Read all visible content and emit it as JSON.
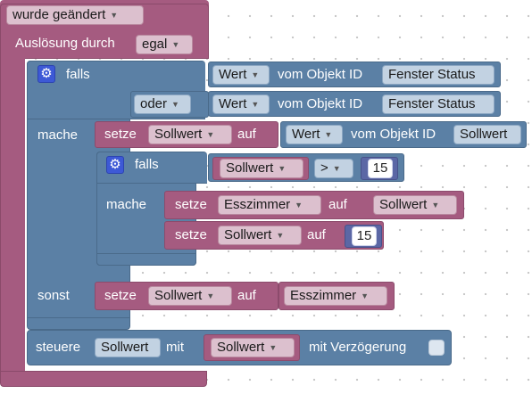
{
  "trigger": {
    "state_dropdown": "wurde geändert",
    "trigger_label": "Auslösung durch",
    "trigger_dropdown": "egal"
  },
  "if_block": {
    "if_label": "falls",
    "do_label": "mache",
    "else_label": "sonst",
    "cond1": {
      "prop": "Wert",
      "of_label": "vom Objekt ID",
      "object": "Fenster Status"
    },
    "or_dropdown": "oder",
    "cond2": {
      "prop": "Wert",
      "of_label": "vom Objekt ID",
      "object": "Fenster Status"
    },
    "set1": {
      "set_label": "setze",
      "var": "Sollwert",
      "to_label": "auf",
      "prop": "Wert",
      "of_label": "vom Objekt ID",
      "object": "Sollwert"
    },
    "inner": {
      "if_label": "falls",
      "do_label": "mache",
      "compare": {
        "var": "Sollwert",
        "op": ">",
        "value": "15"
      },
      "set_a": {
        "set_label": "setze",
        "var": "Esszimmer",
        "to_label": "auf",
        "value": "Sollwert"
      },
      "set_b": {
        "set_label": "setze",
        "var": "Sollwert",
        "to_label": "auf",
        "value": "15"
      }
    },
    "else_set": {
      "set_label": "setze",
      "var": "Sollwert",
      "to_label": "auf",
      "value": "Esszimmer"
    }
  },
  "control": {
    "control_label": "steuere",
    "object": "Sollwert",
    "with_label": "mit",
    "value": "Sollwert",
    "delay_label": "mit Verzögerung"
  }
}
